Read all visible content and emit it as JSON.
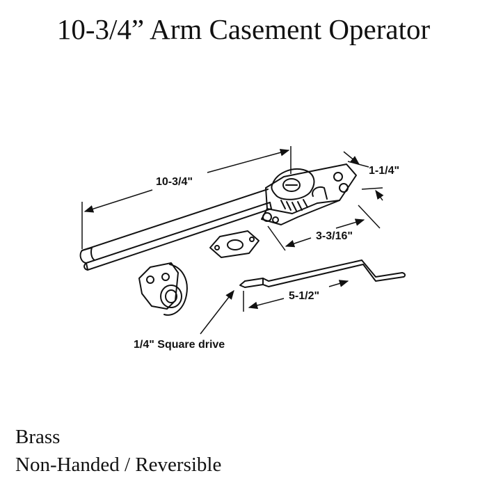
{
  "title": "10-3/4” Arm Casement Operator",
  "dimensions": {
    "arm_length": "10-3/4\"",
    "base_width": "1-1/4\"",
    "base_length": "3-3/16\"",
    "crank_length": "5-1/2\"",
    "drive": "1/4\" Square drive"
  },
  "footer": {
    "material": "Brass",
    "handing": "Non-Handed / Reversible"
  },
  "colors": {
    "line": "#111111",
    "background": "#ffffff"
  }
}
